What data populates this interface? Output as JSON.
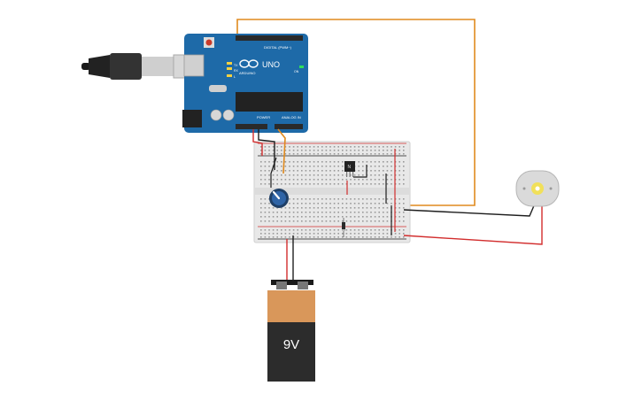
{
  "arduino": {
    "brand": "ARDUINO",
    "model": "UNO",
    "digital_label": "DIGITAL (PWM~)",
    "power_label": "POWER",
    "analog_label": "ANALOG IN",
    "tx_label": "TX",
    "rx_label": "RX",
    "l_label": "L",
    "on_label": "ON",
    "colors": {
      "board": "#1e6aa8",
      "header": "#2a2a2a"
    }
  },
  "battery": {
    "label": "9V",
    "colors": {
      "top": "#d9975a",
      "bottom": "#2c2c2c"
    }
  },
  "transistor": {
    "label": "N"
  },
  "wire_colors": {
    "red": "#d22d2d",
    "black": "#1e1e1e",
    "orange": "#e08a1e"
  },
  "components": [
    {
      "name": "usb-cable-icon"
    },
    {
      "name": "arduino-uno-board"
    },
    {
      "name": "breadboard"
    },
    {
      "name": "potentiometer-icon"
    },
    {
      "name": "npn-transistor-icon"
    },
    {
      "name": "dc-motor-icon"
    },
    {
      "name": "9v-battery-icon"
    },
    {
      "name": "diode-icon"
    }
  ]
}
